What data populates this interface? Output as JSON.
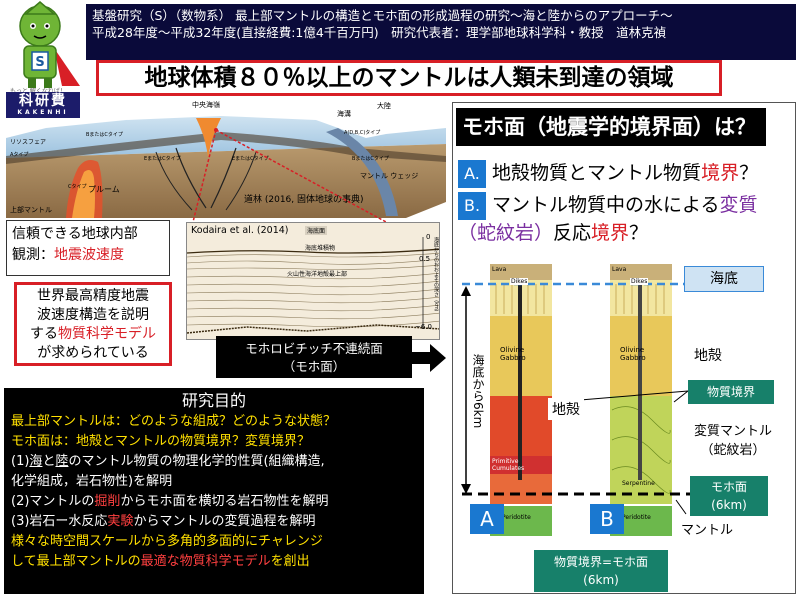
{
  "header": {
    "line1": "基盤研究（S）（数物系） 最上部マントルの構造とモホ面の形成過程の研究～海と陸からのアプローチ～",
    "line2": "平成28年度～平成32年度(直接経費:1億4千百万円)　研究代表者：理学部地球科学科・教授　道林克禎"
  },
  "title": "地球体積８０％以上のマントルは人類未到達の領域",
  "logo": {
    "tagline": "もっと 解くなれば！",
    "name": "科研費",
    "sub": "KAKENHI"
  },
  "cross_section": {
    "labels": {
      "ridge": "中央海嶺",
      "trench": "海溝",
      "continent": "大陸",
      "lithosphere": "リソスフェア",
      "a_type": "Aタイプ",
      "b_or_c": "BまたはCタイプ",
      "e_or_c_left": "EまたはCタイプ",
      "e_or_c_right": "EまたはCタイプ",
      "abc": "A(D,B,C)タイプ",
      "b_c_type": "BまたはCタイプ",
      "c_type": "Cタイプ",
      "plume": "プルーム",
      "mantle_wedge": "マントル\nウェッジ",
      "upper_mantle": "上部マントル",
      "credit": "道林 (2016, 固体地球の事典)"
    }
  },
  "reliable": {
    "line1": "信頼できる地球内部",
    "line2_prefix": "観測：",
    "line2_red": "地震波速度"
  },
  "world_box": {
    "l1": "世界最高精度地震",
    "l2": "波速度構造を説明",
    "l3_prefix": "する",
    "l3_red": "物質科学モデル",
    "l4": "が求められている"
  },
  "seismic": {
    "credit": "Kodaira et al. (2014)",
    "sea_floor": "海底面",
    "sediment": "海底堆積物",
    "volcanic": "火山性海洋地殻最上部",
    "axis_label": "海底からのおおよその深さ（km）",
    "tick0": "0",
    "tick05": "0.5",
    "tick6": "~6.0"
  },
  "moho_label": {
    "l1": "モホロビチッチ不連続面",
    "l2": "（モホ面）"
  },
  "purpose": {
    "title": "研究目的",
    "y1": "最上部マントルは：どのような組成？どのような状態？",
    "y2": "モホ面は：地殻とマントルの物質境界？変質境界？",
    "w1a": "(1)",
    "w1_sea": "海",
    "w1b": "と",
    "w1_land": "陸",
    "w1c": "のマントル物質の物理化学的性質(組織構造,",
    "w2": "化学組成，岩石物性)を解明",
    "w3a": "(2)マントルの",
    "w3_red": "掘削",
    "w3b": "からモホ面を横切る岩石物性を解明",
    "w4a": "(3)岩石ー水反応",
    "w4_red": "実験",
    "w4b": "からマントルの変質過程を解明",
    "y3": "様々な時空間スケールから多角的多面的にチャレンジ",
    "y4a": "して最上部マントルの",
    "y4_red": "最適な物質科学モデル",
    "y4b": "を創出"
  },
  "moho": {
    "title": "モホ面（地震学的境界面）は？",
    "qa_badge": "A.",
    "qa_text1": "地殻物質とマントル物質",
    "qa_red": "境界",
    "qa_end": "？",
    "qb_badge": "B.",
    "qb_text1": "マントル物質中の水による",
    "qb_purple": "変質",
    "qb_l2_purple": "（蛇紋岩）",
    "qb_l2_text": "反応",
    "qb_l2_red": "境界",
    "qb_end": "？",
    "sea_floor": "海底",
    "crust_right": "地殻",
    "crust_center": "地殻",
    "boundary": "物質境界",
    "altered": "変質マントル",
    "serp": "（蛇紋岩）",
    "moho_6km_l1": "モホ面",
    "moho_6km_l2": "(6km)",
    "mantle": "マントル",
    "depth": "海底から6km",
    "bottom_l1": "物質境界=モホ面",
    "bottom_l2": "(6km)",
    "col_a": "A",
    "col_b": "B",
    "lava_a": "Lava",
    "lava_b": "Lava",
    "dikes_a": "Dikes",
    "dikes_b": "Dikes",
    "gabbro_a": "Olivine\nGabbro",
    "gabbro_b": "Olivine\nGabbro",
    "primitive": "Primitive\nCumulates",
    "serpentine": "Serpentine",
    "peridotite_a": "Peridotite",
    "peridotite_b": "Peridotite"
  },
  "colors": {
    "red": "#d81f26",
    "navy": "#0a0a3a",
    "yellow": "#ffe000",
    "blue_badge": "#1a78d0",
    "purple": "#7a2ea0",
    "teal_box": "#17806a"
  }
}
